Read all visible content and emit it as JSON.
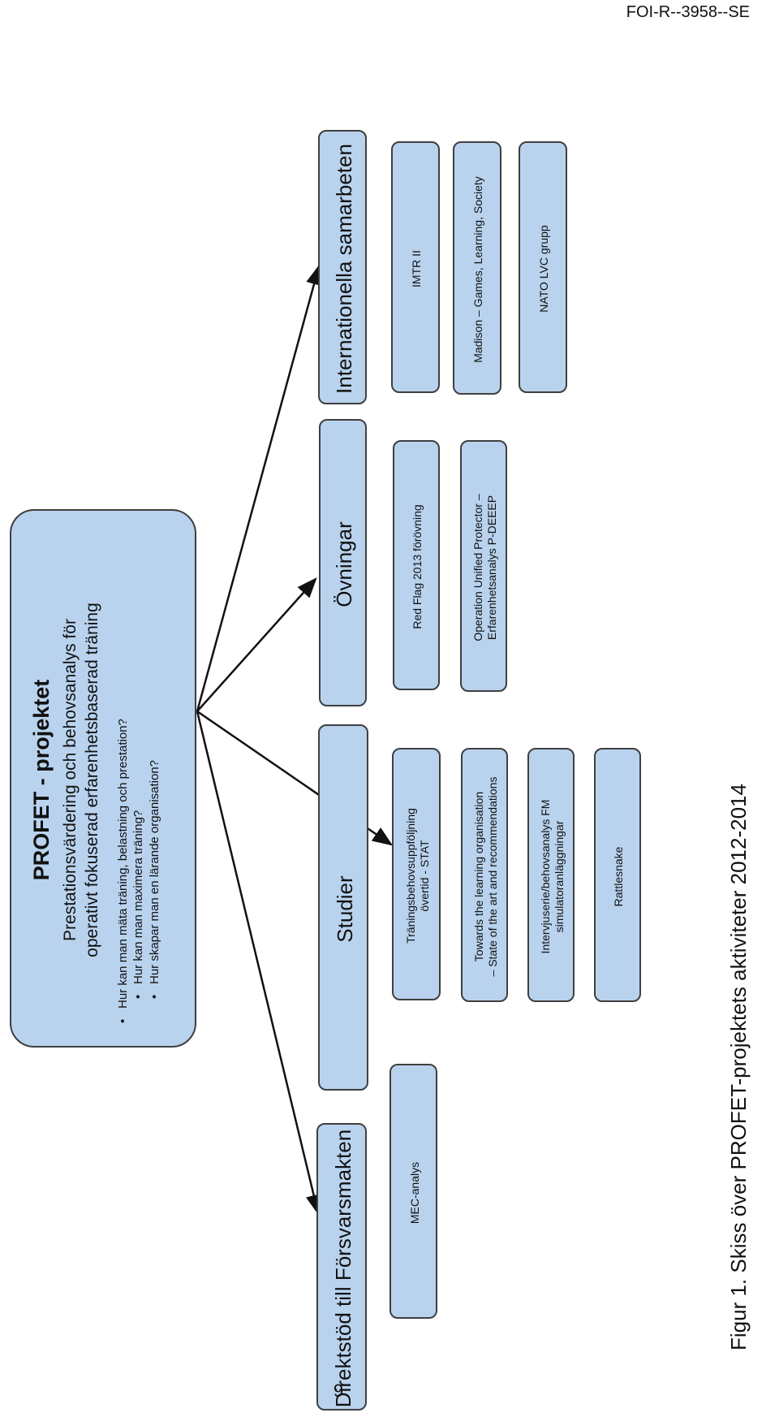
{
  "header": {
    "code": "FOI-R--3958--SE"
  },
  "main_box": {
    "title": "PROFET - projektet",
    "subtitle": [
      "Prestationsvärdering och behovsanalys för",
      "operativt fokuserad erfarenhetsbaserad träning"
    ],
    "questions": [
      "Hur kan man mäta träning, belastning och prestation?",
      "Hur kan man maximera träning?",
      "Hur skapar man en lärande organisation?"
    ]
  },
  "categories": [
    {
      "label": "Direktstöd till Försvarsmakten",
      "items": [
        [
          "MEC-analys"
        ]
      ]
    },
    {
      "label": "Studier",
      "items": [
        [
          "Träningsbehovsuppföljning",
          "övertid - STAT"
        ],
        [
          "Towards the learning organisation",
          "– State of the art and recommendations"
        ],
        [
          "Intervjuserie/behovsanalys FM",
          "simulatoranläggningar"
        ],
        [
          "Rattlesnake"
        ]
      ]
    },
    {
      "label": "Övningar",
      "items": [
        [
          "Red Flag 2013 förövning"
        ],
        [
          "Operation Unified Protector –",
          "Erfarenhetsanalys P-DEEEP"
        ]
      ]
    },
    {
      "label": "Internationella samarbeten",
      "items": [
        [
          "IMTR II"
        ],
        [
          "Madison – Games, Learning, Society"
        ],
        [
          "NATO LVC grupp"
        ]
      ]
    }
  ],
  "caption": "Figur 1. Skiss över PROFET-projektets aktiviteter 2012-2014",
  "page_number": "9"
}
